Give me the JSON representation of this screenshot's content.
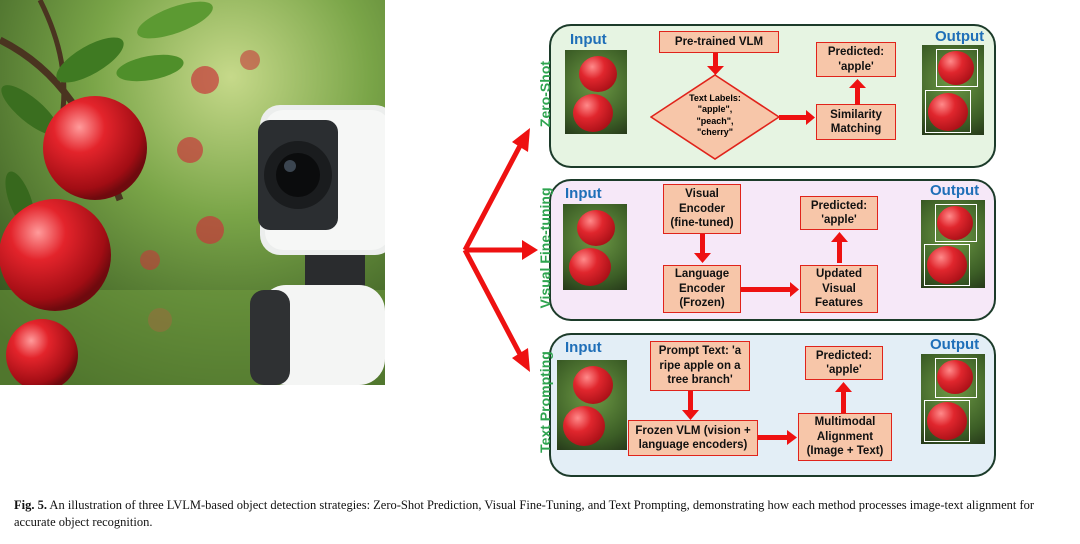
{
  "panels": [
    {
      "label": "Zero-Shot",
      "input_title": "Input",
      "output_title": "Output",
      "boxes": {
        "a": "Pre-trained VLM",
        "diamond": "Text Labels:\n\"apple\",\n\"peach\",\n\"cherry\"",
        "c": "Similarity\nMatching",
        "d": "Predicted:\n'apple'"
      }
    },
    {
      "label": "Visual Fine-tuning",
      "input_title": "Input",
      "output_title": "Output",
      "boxes": {
        "a": "Visual\nEncoder\n(fine-tuned)",
        "b": "Language\nEncoder\n(Frozen)",
        "c": "Updated\nVisual\nFeatures",
        "d": "Predicted:\n'apple'"
      }
    },
    {
      "label": "Text Prompting",
      "input_title": "Input",
      "output_title": "Output",
      "boxes": {
        "a": "Prompt Text: 'a\nripe apple on a\ntree branch'",
        "b": "Frozen VLM (vision +\nlanguage encoders)",
        "c": "Multimodal\nAlignment\n(Image + Text)",
        "d": "Predicted:\n'apple'"
      }
    }
  ],
  "caption": {
    "label": "Fig. 5.",
    "text": " An illustration of three LVLM-based object detection strategies: Zero-Shot Prediction, Visual Fine-Tuning, and Text Prompting, demonstrating how each method processes image-text alignment for accurate object recognition."
  },
  "colors": {
    "arrow": "#ee1111",
    "panel1_bg": "#e6f4e2",
    "panel2_bg": "#f6e8f8",
    "panel3_bg": "#e3eef6",
    "label_green": "#2ea44f",
    "title_blue": "#1f6fb8",
    "box_fill": "#f7c6a9"
  }
}
